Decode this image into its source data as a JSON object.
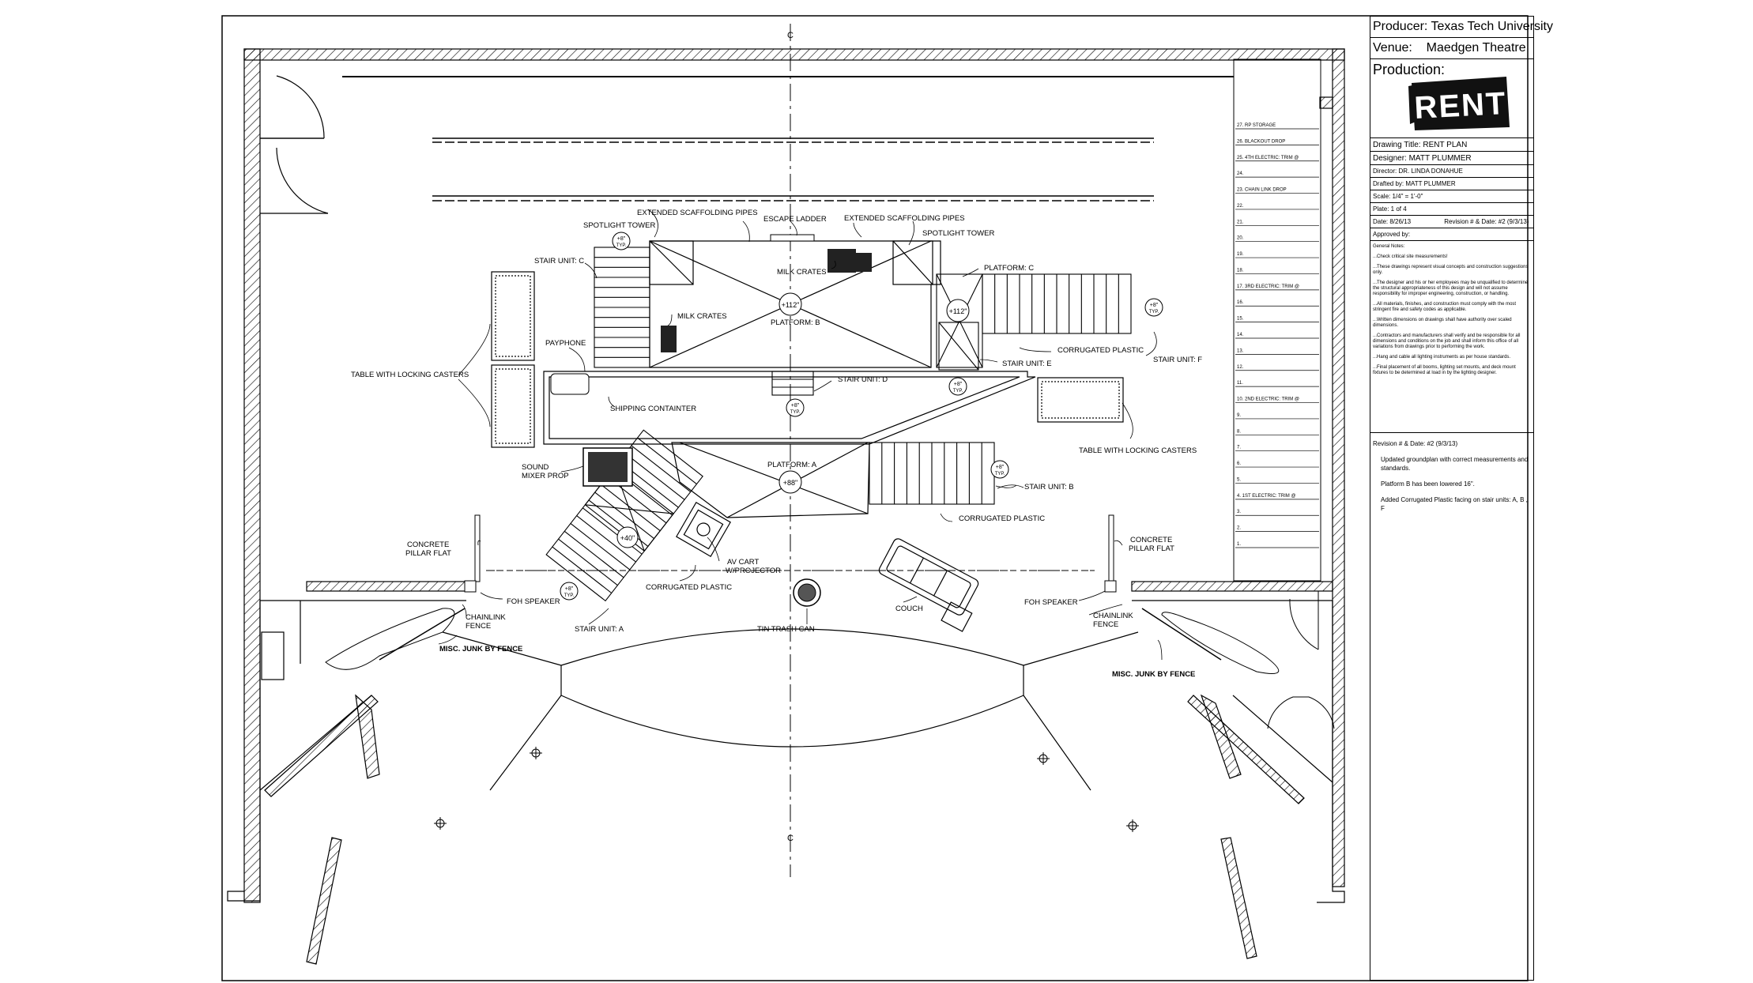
{
  "titleblock": {
    "producer": "Producer: Texas Tech University",
    "venue_label": "Venue:",
    "venue": "Maedgen Theatre",
    "production": "Production:",
    "logo_text": "RENT",
    "drawing_title": "Drawing Title: RENT PLAN",
    "designer": "Designer: MATT PLUMMER",
    "director": "Director: DR. LINDA DONAHUE",
    "drafted_by": "Drafted by: MATT PLUMMER",
    "scale": "Scale: 1/4\" = 1'-0\"",
    "plate": "Plate: 1 of 4",
    "date": "Date: 8/26/13",
    "revision": "Revision # & Date: #2 (9/3/13)",
    "approved_by": "Approved by:",
    "general_notes_title": "General Notes:",
    "notes": [
      "...Check critical site measurements!",
      "...These drawings represent visual concepts and construction suggestions only.",
      "...The designer and his or her employees may be unqualified to determine the structural appropriateness of this design and will not assume responsibility for improper engineering, construction, or handling.",
      "...All materials, finishes, and construction must comply with the most stringent fire and safety codes as applicable.",
      "...Written dimensions on drawings shall have authority over scaled dimensions.",
      "...Contractors and manufacturers shall verify and be responsible for all dimensions and conditions on the job and shall inform this office of all variations from drawings prior to performing the work.",
      "...Hang and cable all lighting instruments as per house standards.",
      "...Final placement of all booms, lighting set mounts, and deck mount fixtures to be determined at load in by the lighting designer."
    ],
    "revision_block_title": "Revision # & Date: #2 (9/3/13)",
    "revision_notes": [
      "Updated groundplan with correct measurements and standards.",
      "Platform B has been lowered 16\".",
      "Added Corrugated Plastic facing on stair units: A, B , F"
    ]
  },
  "centerline_symbol": "C",
  "lineset": [
    {
      "label": "27. RP STORAGE"
    },
    {
      "label": "26. BLACKOUT DROP"
    },
    {
      "label": "25. 4TH ELECTRIC: TRIM @"
    },
    {
      "label": "24."
    },
    {
      "label": "23. CHAIN LINK DROP"
    },
    {
      "label": "22."
    },
    {
      "label": "21."
    },
    {
      "label": "20."
    },
    {
      "label": "19."
    },
    {
      "label": "18."
    },
    {
      "label": "17. 3RD ELECTRIC: TRIM @"
    },
    {
      "label": "16."
    },
    {
      "label": "15."
    },
    {
      "label": "14."
    },
    {
      "label": "13."
    },
    {
      "label": "12."
    },
    {
      "label": "11."
    },
    {
      "label": "10. 2ND ELECTRIC: TRIM @"
    },
    {
      "label": "9."
    },
    {
      "label": "8."
    },
    {
      "label": "7."
    },
    {
      "label": "6."
    },
    {
      "label": "5."
    },
    {
      "label": "4. 1ST ELECTRIC: TRIM @"
    },
    {
      "label": "3."
    },
    {
      "label": "2."
    },
    {
      "label": "1."
    }
  ],
  "labels": {
    "extended_pipes_left": "EXTENDED SCAFFOLDING PIPES",
    "escape_ladder": "ESCAPE LADDER",
    "extended_pipes_right": "EXTENDED SCAFFOLDING PIPES",
    "spotlight_tower_left": "SPOTLIGHT TOWER",
    "spotlight_tower_right": "SPOTLIGHT TOWER",
    "stair_unit_c": "STAIR UNIT: C",
    "milk_crates_top": "MILK CRATES",
    "milk_crates_left": "MILK CRATES",
    "platform_b": "PLATFORM: B",
    "platform_c": "PLATFORM: C",
    "payphone": "PAYPHONE",
    "table_left": "TABLE WITH LOCKING CASTERS",
    "shipping_container": "SHIPPING CONTAINTER",
    "stair_unit_d": "STAIR UNIT: D",
    "stair_unit_e": "STAIR UNIT: E",
    "corrugated_plastic_f": "CORRUGATED PLASTIC",
    "stair_unit_f": "STAIR UNIT: F",
    "table_right": "TABLE WITH LOCKING CASTERS",
    "sound_mixer_1": "SOUND",
    "sound_mixer_2": "MIXER PROP",
    "platform_a": "PLATFORM: A",
    "stair_unit_b": "STAIR UNIT: B",
    "corrugated_plastic_b": "CORRUGATED PLASTIC",
    "concrete_left_1": "CONCRETE",
    "concrete_left_2": "PILLAR FLAT",
    "concrete_right_1": "CONCRETE",
    "concrete_right_2": "PILLAR FLAT",
    "av_cart_1": "AV CART",
    "av_cart_2": "W/PROJECTOR",
    "corrugated_plastic_a": "CORRUGATED PLASTIC",
    "foh_speaker_left": "FOH SPEAKER",
    "foh_speaker_right": "FOH SPEAKER",
    "couch": "COUCH",
    "chainlink_left_1": "CHAINLINK",
    "chainlink_left_2": "FENCE",
    "chainlink_right_1": "CHAINLINK",
    "chainlink_right_2": "FENCE",
    "stair_unit_a": "STAIR UNIT: A",
    "tin_trash_can": "TIN TRASH CAN",
    "misc_junk_left": "MISC. JUNK BY FENCE",
    "misc_junk_right": "MISC. JUNK BY FENCE"
  },
  "elevations": {
    "platform_b": "+112\"",
    "platform_c": "+112\"",
    "platform_a": "+88\"",
    "stair_a_landing": "+40\"",
    "typ_value": "+8\"",
    "typ": "TYP."
  }
}
